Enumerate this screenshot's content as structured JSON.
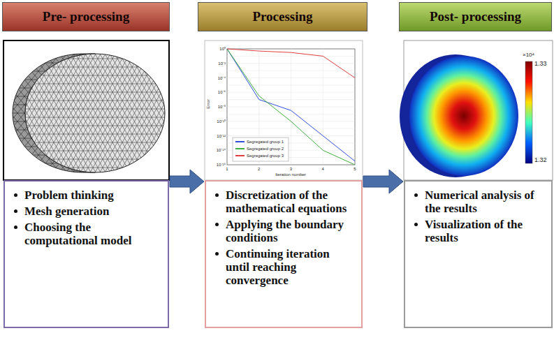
{
  "diagram": {
    "nodes": [
      {
        "text": [
          "Pre- processing"
        ]
      },
      {
        "text": [
          "Processing"
        ]
      },
      {
        "text": [
          "Post- processing"
        ]
      },
      {
        "text": [
          "Problem thinking",
          "Mesh generation",
          "Choosing the computational model"
        ]
      },
      {
        "text": [
          "Discretization of the mathematical equations",
          "Applying the boundary conditions",
          "Continuing iteration until reaching convergence"
        ]
      },
      {
        "text": [
          "Numerical analysis of the results",
          "Visualization of the results"
        ]
      }
    ],
    "edges": [
      {
        "from": 3,
        "to": 4,
        "arrow": "to"
      },
      {
        "from": 4,
        "to": 5,
        "arrow": "to"
      }
    ],
    "labels": [
      "10⁰",
      "10⁻²",
      "10⁻⁴",
      "10⁻⁶",
      "10⁻⁸",
      "10⁻¹⁰",
      "10⁻¹²",
      "10⁻¹⁴",
      "10⁻¹⁶",
      "1",
      "2",
      "3",
      "4",
      "5",
      "Iteration number",
      "Error",
      "×10⁴",
      "1.33",
      "1.32"
    ],
    "legend": [
      {
        "text": "Segregated group 1",
        "color": "#3050e0"
      },
      {
        "text": "Segregated group 2",
        "color": "#40b040"
      },
      {
        "text": "Segregated group 3",
        "color": "#e04040"
      }
    ]
  }
}
